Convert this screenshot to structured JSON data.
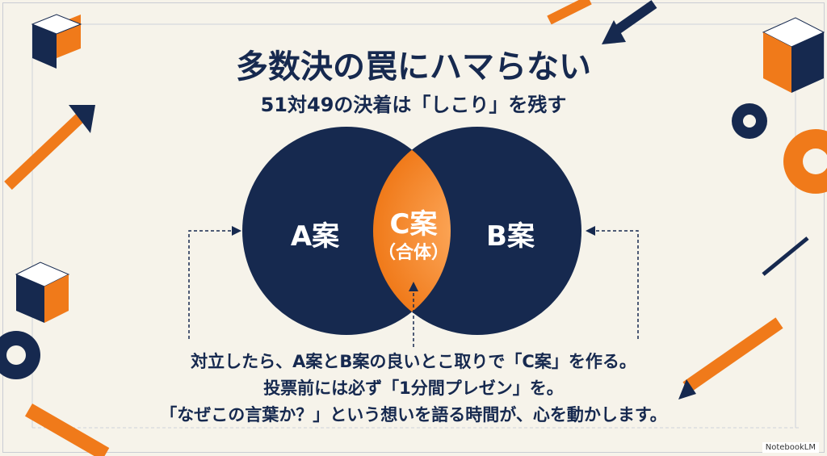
{
  "title": "多数決の罠にハマらない",
  "subtitle": "51対49の決着は「しこり」を残す",
  "diagram": {
    "left": {
      "label": "A案"
    },
    "right": {
      "label": "B案"
    },
    "overlap": {
      "label": "C案",
      "sublabel": "（合体）"
    },
    "colors": {
      "circles": "#16294f",
      "overlap": "#f07a1a",
      "background": "#f6f3ea"
    }
  },
  "body_lines": [
    "対立したら、A案とB案の良いとこ取りで「C案」を作る。",
    "投票前には必ず「1分間プレゼン」を。",
    "「なぜこの言葉か？」という想いを語る時間が、心を動かします。"
  ],
  "watermark": "NotebookLM"
}
